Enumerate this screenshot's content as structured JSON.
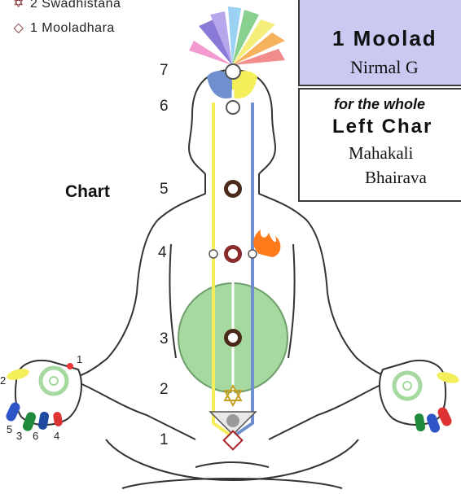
{
  "legend": [
    {
      "symbol": "✡",
      "label": "2 Swadhistana"
    },
    {
      "symbol": "◇",
      "label": "1 Mooladhara"
    }
  ],
  "side_label": "Chart",
  "panel_top": {
    "title": "1 Moolad",
    "subtitle": "Nirmal G"
  },
  "panel_bottom": {
    "italic_line": "for the whole",
    "channel": "Left Char",
    "deity_1": "Mahakali",
    "deity_2": "Bhairava"
  },
  "chakra_numbers": [
    "7",
    "6",
    "5",
    "4",
    "3",
    "2",
    "1"
  ],
  "left_hand_numbers": [
    "2",
    "1",
    "5",
    "3",
    "6",
    "4"
  ],
  "colors": {
    "left_channel": "#f4ee5a",
    "right_channel": "#6f8fcf",
    "nabhi_green": "#a6d9a0",
    "panel_blue": "#c9c9f2",
    "flame": "#ff7a1a",
    "chakra_dark": "#4a2a1a",
    "mooladhara_red": "#a8252a"
  }
}
